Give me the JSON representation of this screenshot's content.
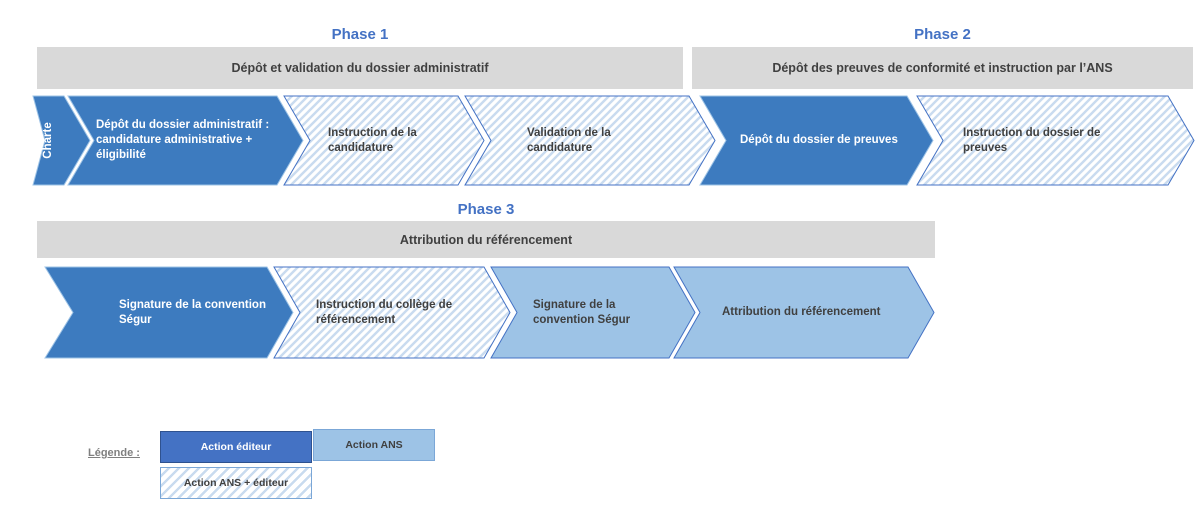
{
  "colors": {
    "action_editeur_fill": "#3D7BBF",
    "action_editeur_legend_fill": "#4472C4",
    "action_ans_fill": "#9DC3E6",
    "hatch_stripe": "#C9DBEF",
    "chevron_outline": "#4472C4",
    "banner_background": "#D9D9D9",
    "banner_text": "#404040",
    "phase_title_text": "#4472C4"
  },
  "phases": [
    {
      "title": "Phase 1",
      "banner": "Dépôt et validation du dossier administratif"
    },
    {
      "title": "Phase 2",
      "banner": "Dépôt des preuves de conformité et instruction par l’ANS"
    },
    {
      "title": "Phase 3",
      "banner": "Attribution du référencement"
    }
  ],
  "rows": [
    {
      "chevrons": [
        {
          "label": "Charte",
          "type": "action-editeur",
          "orientation": "vertical"
        },
        {
          "label": "Dépôt du dossier administratif : candidature administrative + éligibilité",
          "type": "action-editeur"
        },
        {
          "label": "Instruction de la candidature",
          "type": "action-ans-editeur"
        },
        {
          "label": "Validation de la candidature",
          "type": "action-ans-editeur"
        },
        {
          "label": "Dépôt du dossier de preuves",
          "type": "action-editeur"
        },
        {
          "label": "Instruction du dossier de preuves",
          "type": "action-ans-editeur"
        }
      ]
    },
    {
      "chevrons": [
        {
          "label": "Signature de la convention Ségur",
          "type": "action-editeur"
        },
        {
          "label": "Instruction du collège de référencement",
          "type": "action-ans-editeur"
        },
        {
          "label": "Signature de la convention Ségur",
          "type": "action-ans"
        },
        {
          "label": "Attribution du référencement",
          "type": "action-ans"
        }
      ]
    }
  ],
  "legend": {
    "label": "Légende :",
    "items": [
      {
        "label": "Action éditeur",
        "type": "action-editeur"
      },
      {
        "label": "Action ANS",
        "type": "action-ans"
      },
      {
        "label": "Action ANS + éditeur",
        "type": "action-ans-editeur"
      }
    ]
  }
}
